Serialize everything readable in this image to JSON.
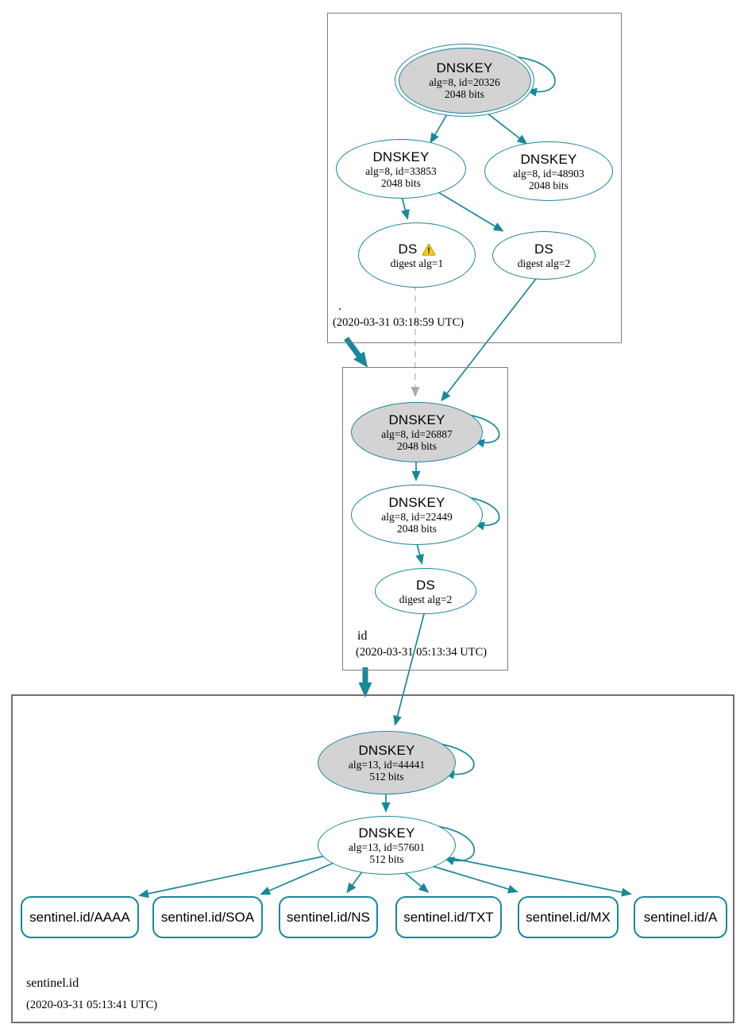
{
  "colors": {
    "edge_teal": "#1a879a",
    "node_fill_gray": "#d3d3d3",
    "zone_border_gray": "#7e7e7e",
    "insecure_edge_gray": "#c4c4c4",
    "warning_yellow": "#f8d225",
    "warning_border": "#c9a21d",
    "text_black": "#000000"
  },
  "zones": {
    "root": {
      "label": ".",
      "timestamp": "(2020-03-31 03:18:59 UTC)"
    },
    "id": {
      "label": "id",
      "timestamp": "(2020-03-31 05:13:34 UTC)"
    },
    "sentinel": {
      "label": "sentinel.id",
      "timestamp": "(2020-03-31 05:13:41 UTC)"
    }
  },
  "nodes": {
    "root_ksk": {
      "title": "DNSKEY",
      "alg": "alg=8, id=20326",
      "bits": "2048 bits"
    },
    "root_zsk": {
      "title": "DNSKEY",
      "alg": "alg=8, id=33853",
      "bits": "2048 bits"
    },
    "root_key2": {
      "title": "DNSKEY",
      "alg": "alg=8, id=48903",
      "bits": "2048 bits"
    },
    "root_ds1": {
      "title": "DS",
      "digest": "digest alg=1"
    },
    "root_ds2": {
      "title": "DS",
      "digest": "digest alg=2"
    },
    "id_ksk": {
      "title": "DNSKEY",
      "alg": "alg=8, id=26887",
      "bits": "2048 bits"
    },
    "id_zsk": {
      "title": "DNSKEY",
      "alg": "alg=8, id=22449",
      "bits": "2048 bits"
    },
    "id_ds": {
      "title": "DS",
      "digest": "digest alg=2"
    },
    "sentinel_ksk": {
      "title": "DNSKEY",
      "alg": "alg=13, id=44441",
      "bits": "512 bits"
    },
    "sentinel_zsk": {
      "title": "DNSKEY",
      "alg": "alg=13, id=57601",
      "bits": "512 bits"
    }
  },
  "rrsets": {
    "aaaa": {
      "label": "sentinel.id/AAAA"
    },
    "soa": {
      "label": "sentinel.id/SOA"
    },
    "ns": {
      "label": "sentinel.id/NS"
    },
    "txt": {
      "label": "sentinel.id/TXT"
    },
    "mx": {
      "label": "sentinel.id/MX"
    },
    "a": {
      "label": "sentinel.id/A"
    }
  },
  "icons": {
    "warning_mark": "!"
  }
}
